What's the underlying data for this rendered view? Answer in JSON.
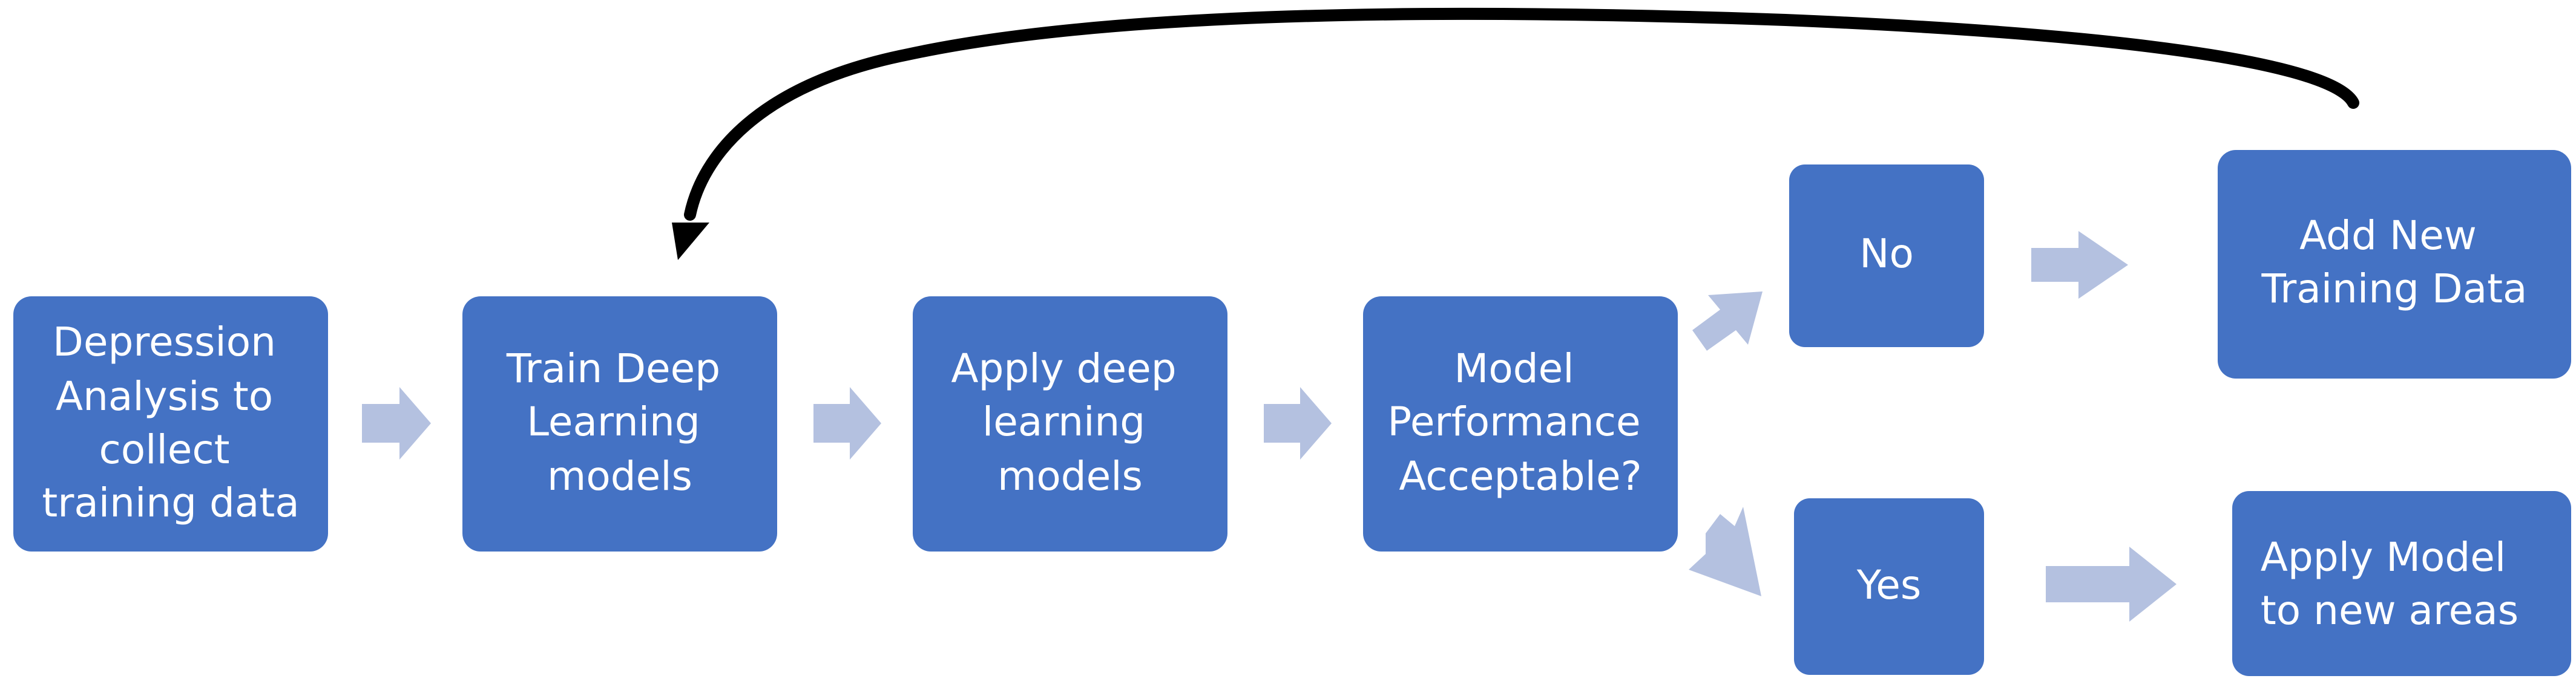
{
  "nodes": {
    "depression_analysis": {
      "lines": [
        "Depression",
        "Analysis to",
        "collect",
        "training data"
      ]
    },
    "train_models": {
      "lines": [
        "Train Deep",
        "Learning",
        "models"
      ]
    },
    "apply_models": {
      "lines": [
        "Apply deep",
        "learning",
        "models"
      ]
    },
    "performance_check": {
      "lines": [
        "Model",
        "Performance",
        "Acceptable?"
      ]
    },
    "no": {
      "lines": [
        "No"
      ]
    },
    "add_data": {
      "lines": [
        "Add New",
        "Training Data"
      ]
    },
    "yes": {
      "lines": [
        "Yes"
      ]
    },
    "apply_new_areas": {
      "lines": [
        "Apply Model",
        "to new areas"
      ]
    }
  },
  "colors": {
    "box_fill": "#4472C4",
    "box_text": "#ffffff",
    "flow_arrow": "#B4C1E0",
    "feedback_arrow": "#000000"
  }
}
